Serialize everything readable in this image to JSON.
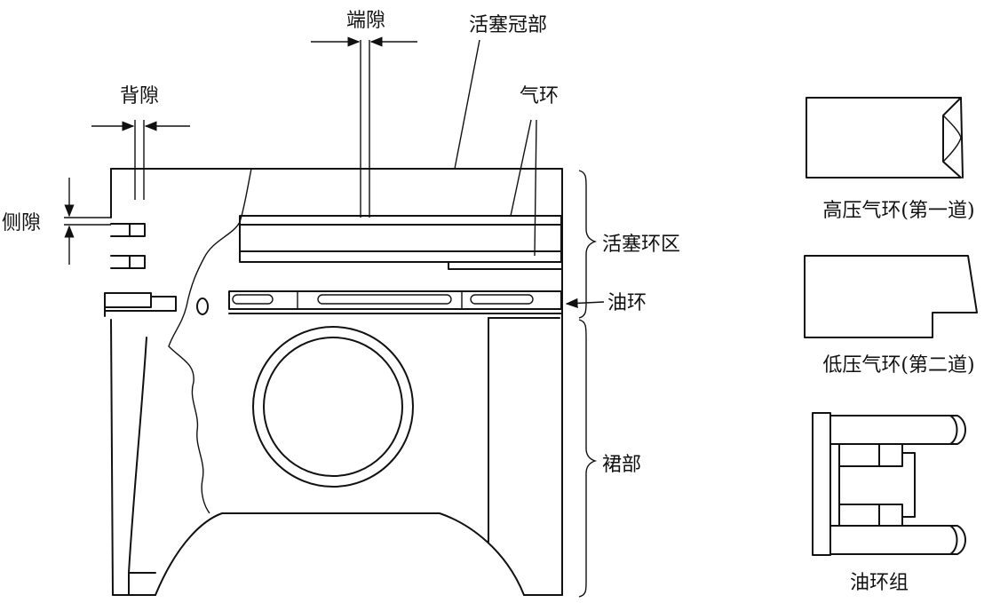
{
  "labels": {
    "end_gap": "端隙",
    "piston_crown": "活塞冠部",
    "back_gap": "背隙",
    "gas_ring": "气环",
    "side_gap": "侧隙",
    "ring_zone": "活塞环区",
    "oil_ring": "油环",
    "skirt": "裙部"
  },
  "captions": {
    "high_pressure_ring": "高压气环(第一道)",
    "low_pressure_ring": "低压气环(第二道)",
    "oil_ring_set": "油环组"
  }
}
